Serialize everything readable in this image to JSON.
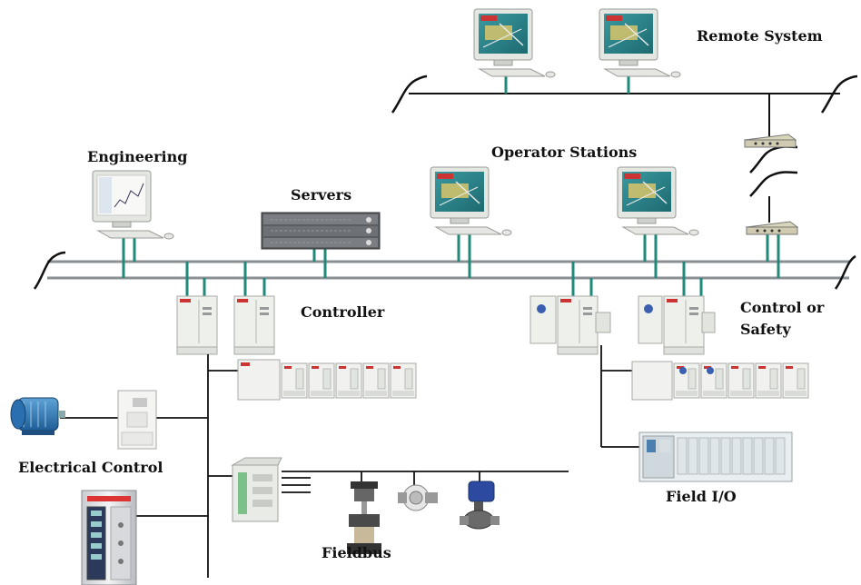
{
  "labels": {
    "remote_system": "Remote System",
    "engineering": "Engineering",
    "operator_stations": "Operator Stations",
    "servers": "Servers",
    "controller": "Controller",
    "control_or_safety_line1": "Control or",
    "control_or_safety_line2": "Safety",
    "electrical_control": "Electrical Control",
    "field_io": "Field I/O",
    "fieldbus": "Fieldbus"
  },
  "colors": {
    "network_line": "#8a8f94",
    "drop_line": "#1f8a7a",
    "connector_line": "#111111",
    "monitor_teal": "#2a7f86",
    "device_body": "#eef0ec"
  },
  "icons": [
    "engineering-workstation-icon",
    "operator-workstation-icon",
    "remote-workstation-icon",
    "server-rack-icon",
    "controller-module-icon",
    "io-module-rack-icon",
    "network-switch-icon",
    "electric-motor-icon",
    "drive-unit-icon",
    "switchgear-cabinet-icon",
    "fieldbus-gateway-icon",
    "control-valve-icon",
    "field-io-rack-icon"
  ]
}
